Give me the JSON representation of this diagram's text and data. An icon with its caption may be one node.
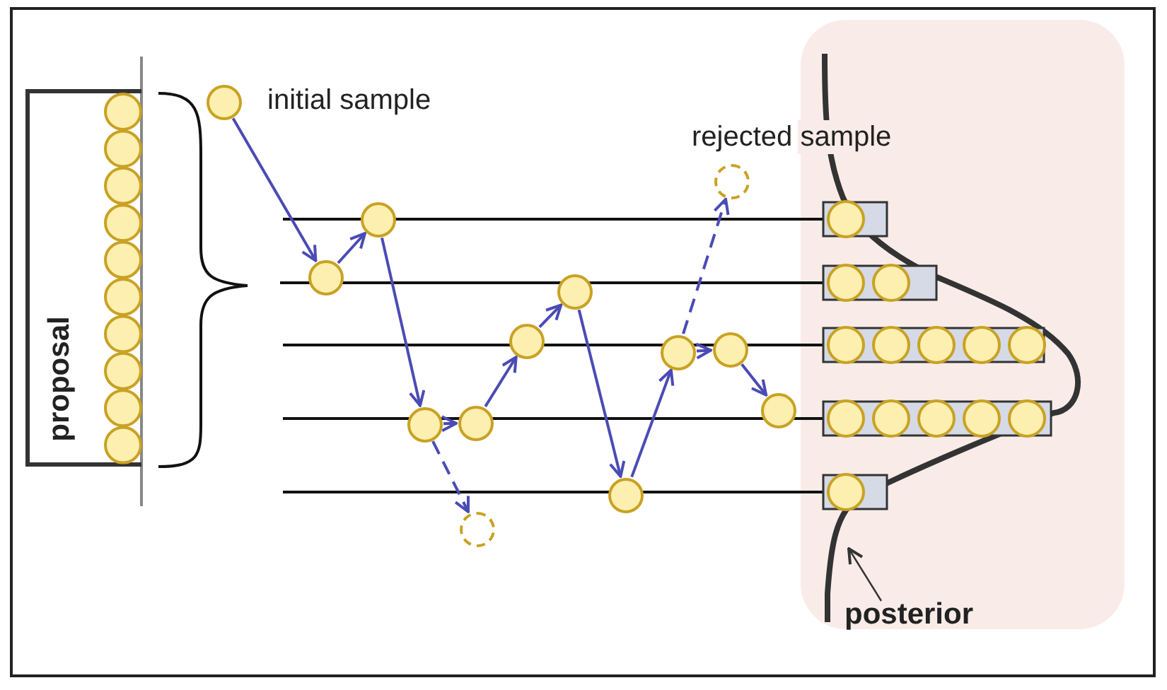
{
  "diagram": {
    "nodes": [
      {
        "text": [
          "proposal"
        ]
      },
      {
        "text": [],
        "shape": "circle",
        "beside": [
          "initial sample"
        ]
      },
      {
        "text": [],
        "shape": "circle"
      },
      {
        "text": [],
        "shape": "circle"
      },
      {
        "text": [],
        "shape": "circle"
      },
      {
        "text": [],
        "shape": "circle"
      },
      {
        "text": [],
        "shape": "circle"
      },
      {
        "text": [],
        "shape": "circle"
      },
      {
        "text": [],
        "shape": "circle"
      },
      {
        "text": [],
        "shape": "circle"
      },
      {
        "text": [],
        "shape": "circle"
      },
      {
        "text": [],
        "shape": "circle",
        "beside": [
          "rejected sample"
        ]
      },
      {
        "text": [],
        "shape": "circle"
      },
      {
        "text": [],
        "shape": "circle"
      },
      {
        "text": [
          "posterior"
        ]
      }
    ],
    "edges": [
      {
        "from": 1,
        "to": 2,
        "arrow": "to"
      },
      {
        "from": 2,
        "to": 3,
        "arrow": "to"
      },
      {
        "from": 3,
        "to": 4,
        "arrow": "to"
      },
      {
        "from": 4,
        "to": 5,
        "arrow": "to"
      },
      {
        "from": 4,
        "to": 6,
        "arrow": "to",
        "style": "dashed"
      },
      {
        "from": 5,
        "to": 7,
        "arrow": "to"
      },
      {
        "from": 7,
        "to": 8,
        "arrow": "to"
      },
      {
        "from": 8,
        "to": 9,
        "arrow": "to"
      },
      {
        "from": 9,
        "to": 10,
        "arrow": "to"
      },
      {
        "from": 10,
        "to": 11,
        "arrow": "to",
        "style": "dashed"
      },
      {
        "from": 10,
        "to": 12,
        "arrow": "to"
      },
      {
        "from": 12,
        "to": 13,
        "arrow": "to"
      },
      {
        "from": 14,
        "to": null,
        "arrow": "to",
        "color": "#333333"
      }
    ]
  }
}
